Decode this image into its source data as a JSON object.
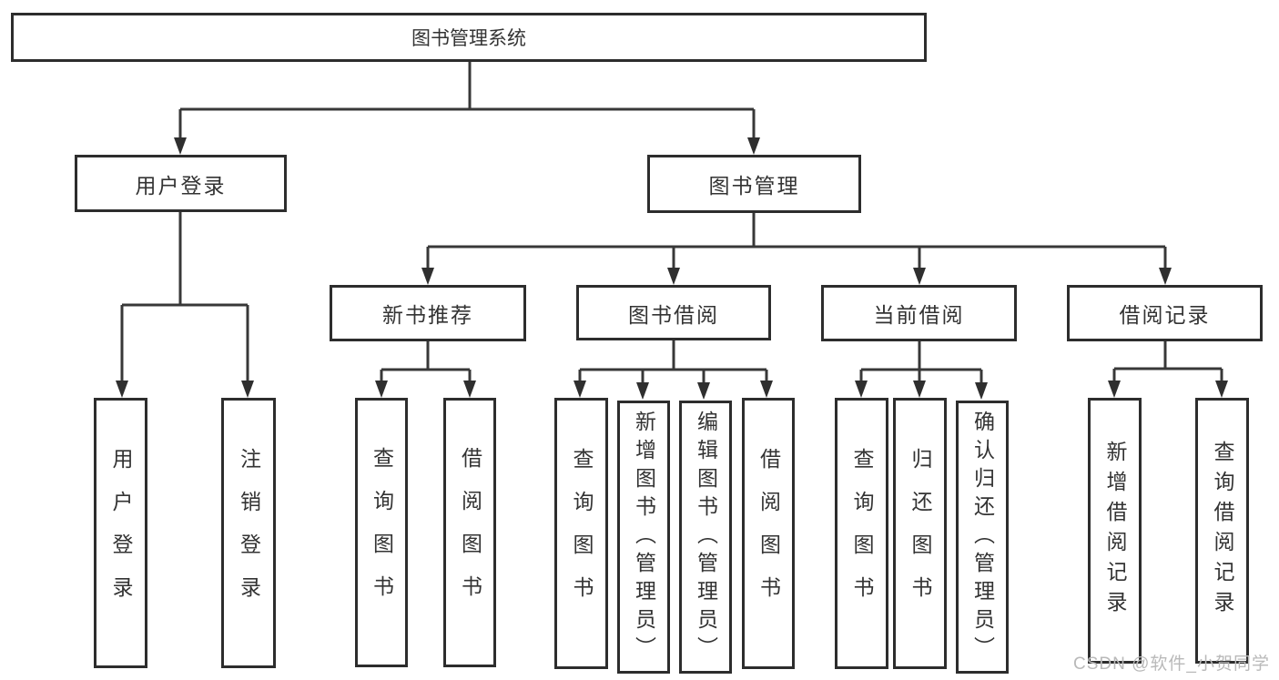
{
  "page": {
    "background": "#ffffff",
    "line_color": "#383838",
    "box_border_color": "#2d2d2d",
    "text_color": "#333333"
  },
  "tree": {
    "root": {
      "label": "图书管理系统"
    },
    "branches": [
      {
        "label": "用户登录",
        "children": [
          {
            "label": "用户登录"
          },
          {
            "label": "注销登录"
          }
        ]
      },
      {
        "label": "图书管理",
        "children": [
          {
            "label": "新书推荐",
            "children": [
              {
                "label": "查询图书"
              },
              {
                "label": "借阅图书"
              }
            ]
          },
          {
            "label": "图书借阅",
            "children": [
              {
                "label": "查询图书"
              },
              {
                "label": "新增图书（管理员）"
              },
              {
                "label": "编辑图书（管理员）"
              },
              {
                "label": "借阅图书"
              }
            ]
          },
          {
            "label": "当前借阅",
            "children": [
              {
                "label": "查询图书"
              },
              {
                "label": "归还图书"
              },
              {
                "label": "确认归还（管理员）"
              }
            ]
          },
          {
            "label": "借阅记录",
            "children": [
              {
                "label": "新增借阅记录"
              },
              {
                "label": "查询借阅记录"
              }
            ]
          }
        ]
      }
    ]
  },
  "watermark": {
    "text": "CSDN @软件_小贺同学",
    "color": "#b9b9b9"
  }
}
